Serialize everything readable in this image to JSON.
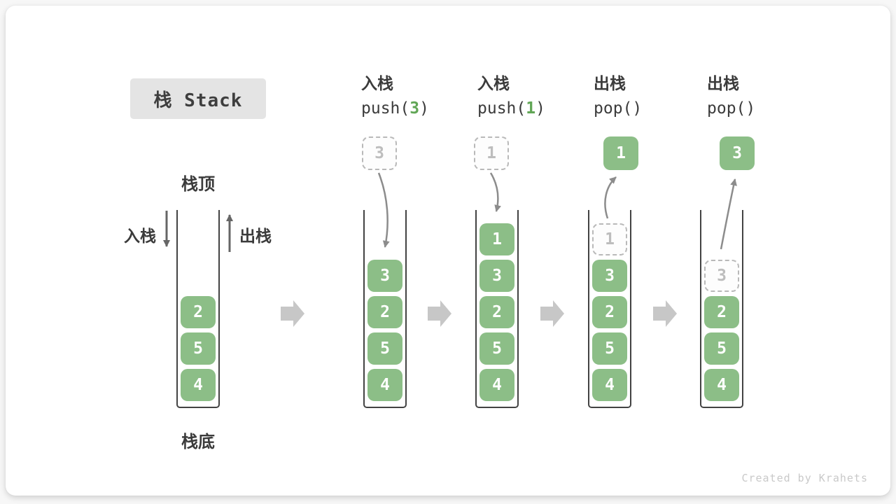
{
  "title": {
    "label": "栈 Stack"
  },
  "labels": {
    "stack_top": "栈顶",
    "stack_bottom": "栈底",
    "push_side": "入栈",
    "pop_side": "出栈"
  },
  "page": {
    "watermark": "Created by Krahets"
  },
  "colors": {
    "element_green": "#8cbe87",
    "code_arg_green": "#61a656",
    "title_box_gray": "#e4e4e4",
    "step_arrow_gray": "#c7c7c7",
    "curve_arrow_gray": "#8c8c8c",
    "straight_arrow_gray": "#666666",
    "text_dark": "#3b3b3b",
    "ghost_gray": "#bdbdbd",
    "container_outline": "#434343"
  },
  "icons": {
    "push_direction": "down-arrow-icon",
    "pop_direction": "up-arrow-icon",
    "step_transition": "block-right-arrow-icon",
    "push_motion": "curved-down-arrow-icon",
    "pop_motion": "curved-up-arrow-icon"
  },
  "steps": [
    {
      "op": null,
      "floating": null,
      "cells": [
        {
          "v": "2",
          "ghost": false
        },
        {
          "v": "5",
          "ghost": false
        },
        {
          "v": "4",
          "ghost": false
        }
      ]
    },
    {
      "op": {
        "line1": "入栈",
        "code_pre": "push(",
        "code_arg": "3",
        "code_post": ")"
      },
      "floating": {
        "v": "3",
        "ghost": true
      },
      "cells": [
        {
          "v": "3",
          "ghost": false
        },
        {
          "v": "2",
          "ghost": false
        },
        {
          "v": "5",
          "ghost": false
        },
        {
          "v": "4",
          "ghost": false
        }
      ]
    },
    {
      "op": {
        "line1": "入栈",
        "code_pre": "push(",
        "code_arg": "1",
        "code_post": ")"
      },
      "floating": {
        "v": "1",
        "ghost": true
      },
      "cells": [
        {
          "v": "1",
          "ghost": false
        },
        {
          "v": "3",
          "ghost": false
        },
        {
          "v": "2",
          "ghost": false
        },
        {
          "v": "5",
          "ghost": false
        },
        {
          "v": "4",
          "ghost": false
        }
      ]
    },
    {
      "op": {
        "line1": "出栈",
        "code_pre": "pop(",
        "code_arg": "",
        "code_post": ")"
      },
      "floating": {
        "v": "1",
        "ghost": false
      },
      "cells": [
        {
          "v": "1",
          "ghost": true
        },
        {
          "v": "3",
          "ghost": false
        },
        {
          "v": "2",
          "ghost": false
        },
        {
          "v": "5",
          "ghost": false
        },
        {
          "v": "4",
          "ghost": false
        }
      ]
    },
    {
      "op": {
        "line1": "出栈",
        "code_pre": "pop(",
        "code_arg": "",
        "code_post": ")"
      },
      "floating": {
        "v": "3",
        "ghost": false
      },
      "cells": [
        {
          "v": "3",
          "ghost": true
        },
        {
          "v": "2",
          "ghost": false
        },
        {
          "v": "5",
          "ghost": false
        },
        {
          "v": "4",
          "ghost": false
        }
      ]
    }
  ]
}
